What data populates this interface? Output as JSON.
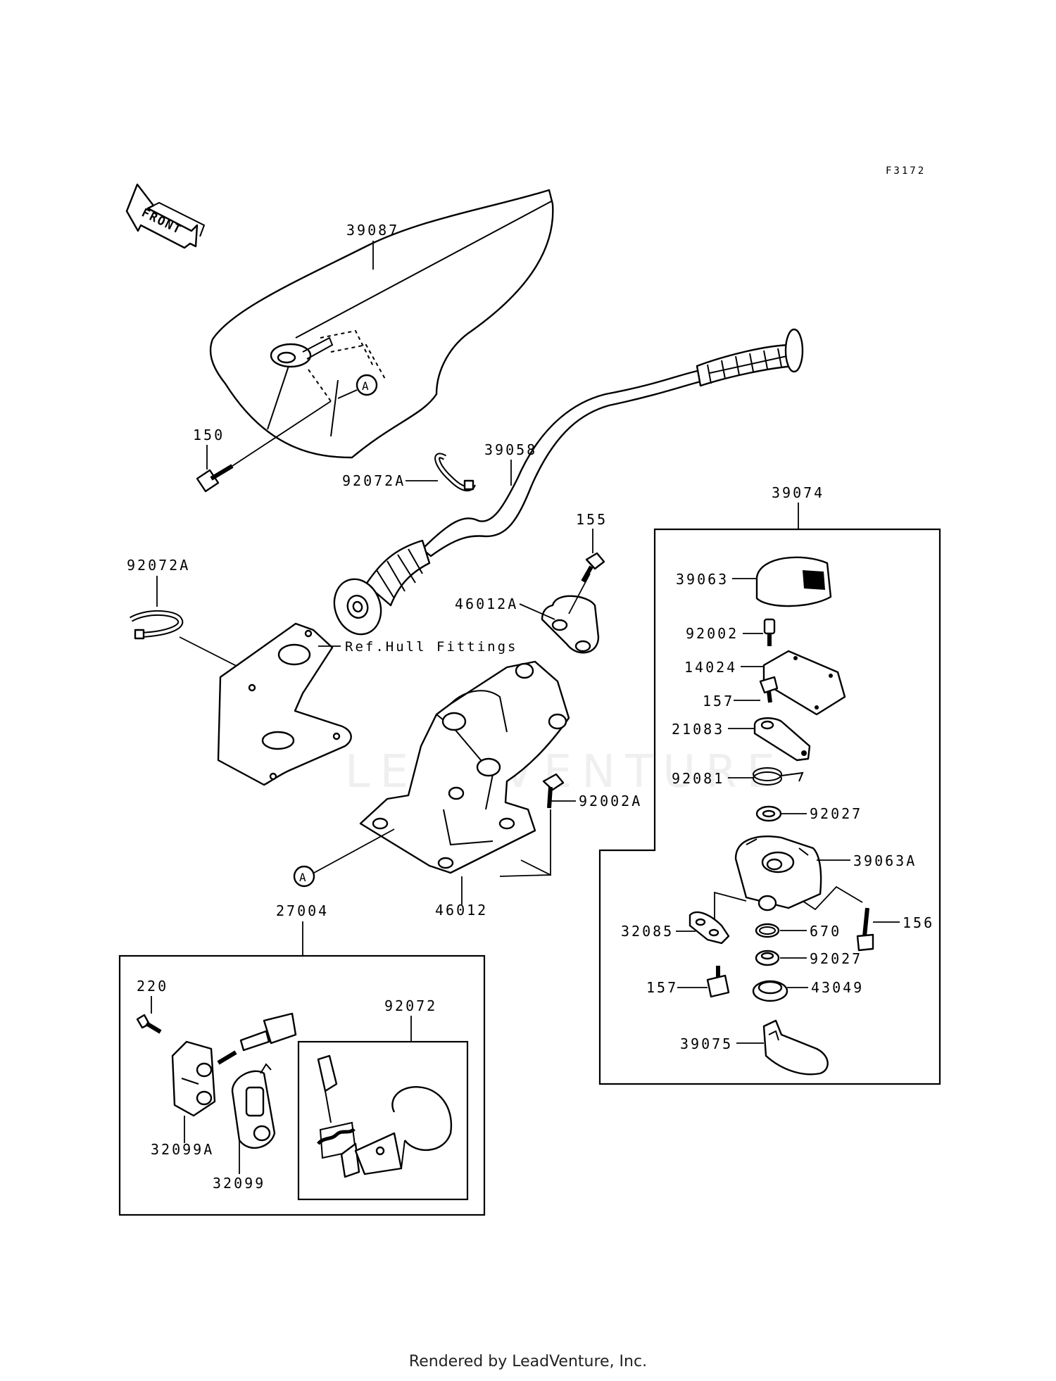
{
  "diagram": {
    "figure_code": "F3172",
    "front_label": "FRONT",
    "reference_note": "Ref.Hull Fittings",
    "watermark": "LEADVENTURE",
    "footer": "Rendered by LeadVenture, Inc.",
    "callout_marker": "A",
    "labels": {
      "p39087": "39087",
      "p150": "150",
      "p92072A_top": "92072A",
      "p39058": "39058",
      "p155": "155",
      "p92072A_left": "92072A",
      "p46012A": "46012A",
      "p92002A": "92002A",
      "p46012": "46012",
      "p27004": "27004",
      "p220": "220",
      "p92072": "92072",
      "p32099A": "32099A",
      "p32099": "32099",
      "p39074": "39074",
      "p39063": "39063",
      "p92002": "92002",
      "p14024": "14024",
      "p157_top": "157",
      "p21083": "21083",
      "p92081": "92081",
      "p92027_top": "92027",
      "p39063A": "39063A",
      "p32085": "32085",
      "p156": "156",
      "p670": "670",
      "p92027_bottom": "92027",
      "p157_bottom": "157",
      "p43049": "43049",
      "p39075": "39075"
    }
  }
}
